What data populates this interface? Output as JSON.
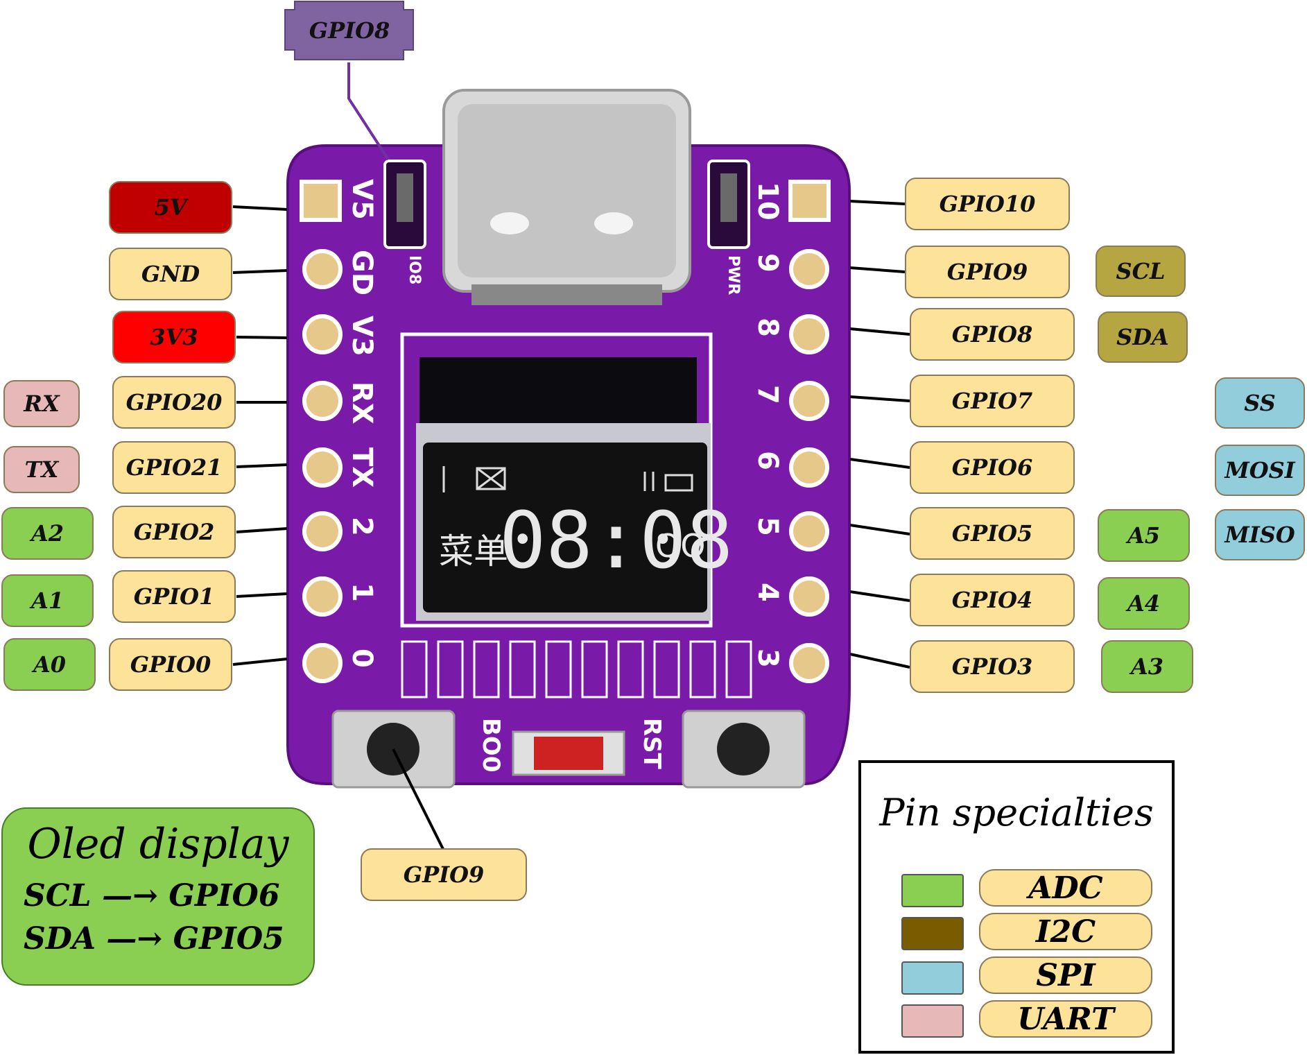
{
  "top_label": "GPIO8",
  "left_pins": [
    {
      "gpio": "5V",
      "color": "#c00000"
    },
    {
      "gpio": "GND",
      "color": "#fde29a"
    },
    {
      "gpio": "3V3",
      "color": "#ff0000"
    },
    {
      "gpio": "GPIO20",
      "special": "RX"
    },
    {
      "gpio": "GPIO21",
      "special": "TX"
    },
    {
      "gpio": "GPIO2",
      "special": "A2"
    },
    {
      "gpio": "GPIO1",
      "special": "A1"
    },
    {
      "gpio": "GPIO0",
      "special": "A0"
    }
  ],
  "right_pins": [
    {
      "gpio": "GPIO10"
    },
    {
      "gpio": "GPIO9",
      "special": "SCL"
    },
    {
      "gpio": "GPIO8",
      "special": "SDA"
    },
    {
      "gpio": "GPIO7",
      "special2": "SS"
    },
    {
      "gpio": "GPIO6",
      "special2": "MOSI"
    },
    {
      "gpio": "GPIO5",
      "special": "A5",
      "special2": "MISO"
    },
    {
      "gpio": "GPIO4",
      "special": "A4"
    },
    {
      "gpio": "GPIO3",
      "special": "A3"
    }
  ],
  "button_label": "GPIO9",
  "silkscreen": {
    "left": [
      "V5",
      "GD",
      "V3",
      "RX",
      "TX",
      "2",
      "1",
      "0"
    ],
    "right": [
      "10",
      "9",
      "8",
      "7",
      "6",
      "5",
      "4",
      "3"
    ],
    "io8": "IO8",
    "pwr": "PWR",
    "bo0": "BO0",
    "rst": "RST"
  },
  "display": {
    "time": "08:08",
    "left_chars": "菜单",
    "right_text": "QQ"
  },
  "legend": {
    "title": "Pin specialties",
    "items": [
      {
        "label": "ADC",
        "color": "#8bcf52"
      },
      {
        "label": "I2C",
        "color": "#7a5c00"
      },
      {
        "label": "SPI",
        "color": "#92cddc"
      },
      {
        "label": "UART",
        "color": "#e6b8b7"
      }
    ]
  },
  "oled": {
    "title": "Oled display",
    "line1_left": "SCL",
    "line1_right": "GPIO6",
    "line2_left": "SDA",
    "line2_right": "GPIO5"
  },
  "colors": {
    "gpio": "#fde29a",
    "adc": "#8bcf52",
    "i2c": "#b5a642",
    "spi": "#92cddc",
    "uart": "#e6b8b7",
    "board": "#7a1aa8",
    "top_label": "#8064a2"
  }
}
